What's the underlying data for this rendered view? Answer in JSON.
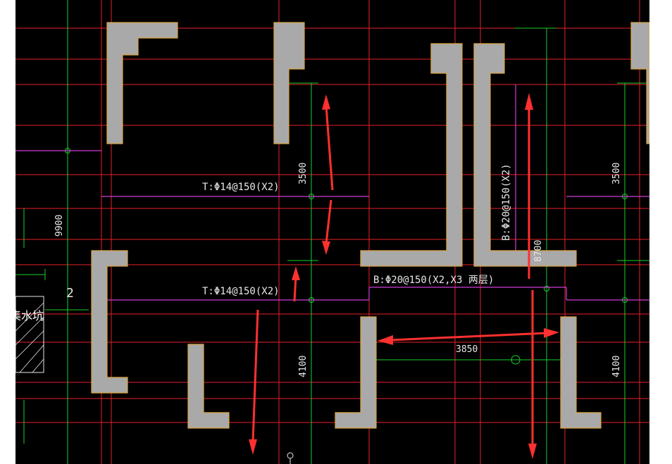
{
  "labels": {
    "top_rebar_upper": "T:Φ14@150(X2)",
    "top_rebar_lower": "T:Φ14@150(X2)",
    "bottom_rebar_horizontal": "B:Φ20@150(X2,X3 两层)",
    "bottom_rebar_vertical": "B:Φ20@150(X2)",
    "axis_number": "2",
    "sump_pit": "集水坑"
  },
  "dimensions": {
    "left_9900": "9900",
    "mid_3500": "3500",
    "right_3500": "3500",
    "mid_8700": "8700",
    "span_3850": "3850",
    "mid_4100": "4100",
    "right_4100": "4100"
  },
  "colors": {
    "background": "#000000",
    "grid_line": "#e8202a",
    "axis_line": "#19d12a",
    "slab_boundary": "#d03dd8",
    "wall_fill": "#a9a9a9",
    "wall_outline": "#d9a441",
    "annotation_arrow": "#ff3030"
  }
}
